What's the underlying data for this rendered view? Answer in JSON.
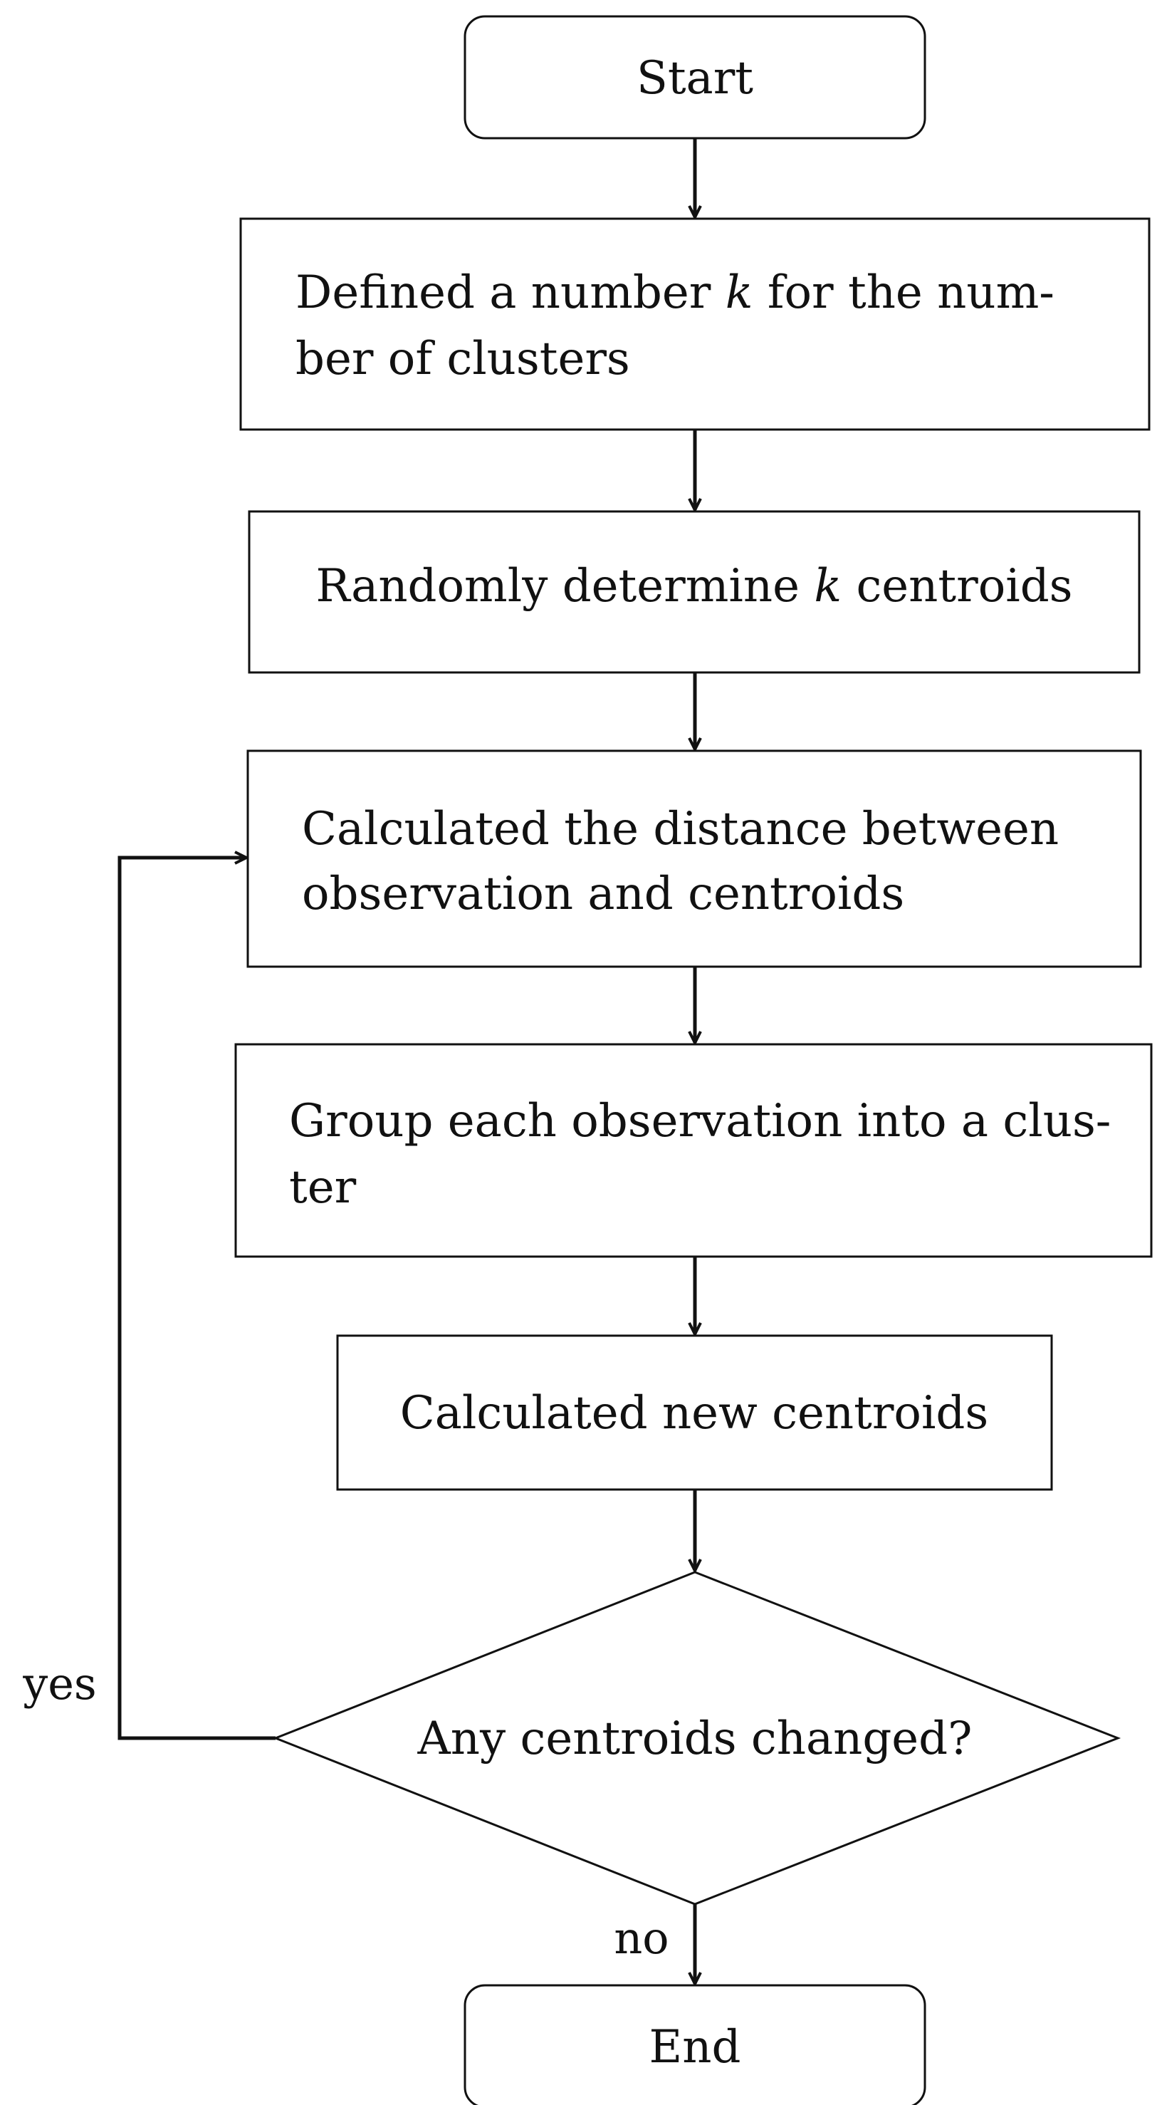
{
  "nodes": {
    "start": {
      "text": "Start"
    },
    "define_k": {
      "line1_before": "Defined a number ",
      "line1_var": "k",
      "line1_after": " for the num-",
      "line2": "ber of clusters"
    },
    "random_centroids": {
      "before": "Randomly determine ",
      "var": "k",
      "after": " centroids"
    },
    "calc_distance": {
      "line1": "Calculated the distance between",
      "line2": "observation and centroids"
    },
    "group": {
      "line1": "Group each observation into a clus-",
      "line2": "ter"
    },
    "new_centroids": {
      "text": "Calculated new centroids"
    },
    "decision": {
      "text": "Any centroids changed?"
    },
    "end": {
      "text": "End"
    }
  },
  "edges": {
    "yes_label": "yes",
    "no_label": "no"
  },
  "colors": {
    "stroke": "#111111",
    "text": "#111111",
    "background": "#ffffff"
  }
}
